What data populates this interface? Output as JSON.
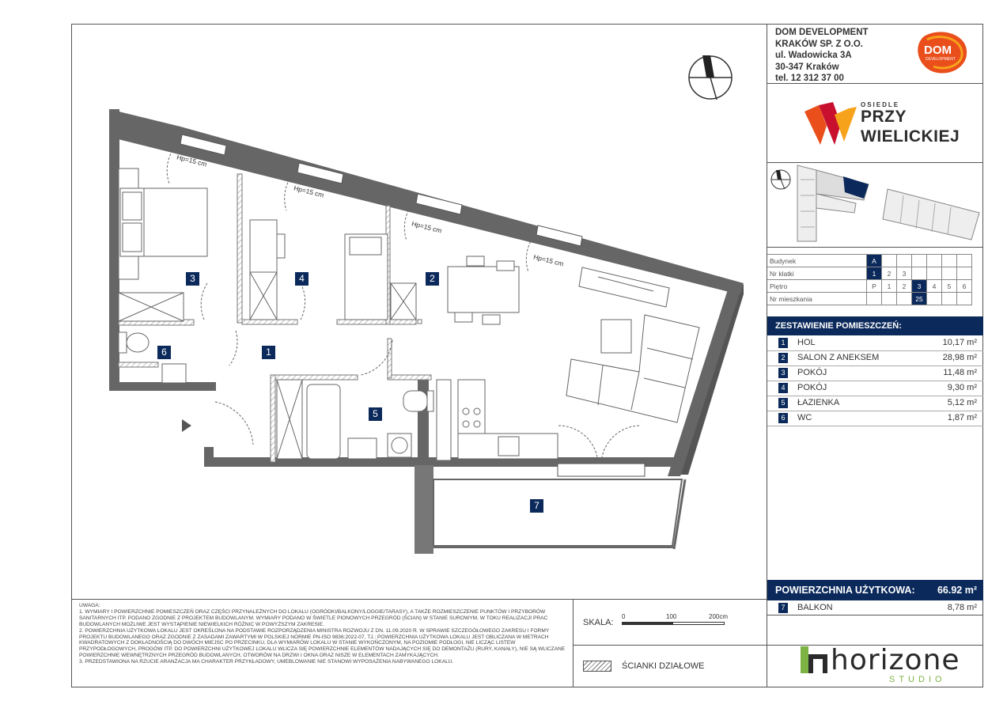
{
  "company": {
    "name": "DOM DEVELOPMENT",
    "name2": "KRAKÓW SP. Z O.O.",
    "street": "ul. Wadowicka 3A",
    "city": "30-347 Kraków",
    "phone": "tel. 12 312 37 00"
  },
  "dom_logo": {
    "text": "DOM",
    "sub": "DEVELOPMENT",
    "color": "#e94e1b"
  },
  "brand": {
    "osiedle": "OSIEDLE",
    "przy": "PRZY",
    "wielickiej": "WIELICKIEJ"
  },
  "info_table": {
    "budynek_label": "Budynek",
    "budynek": [
      "A"
    ],
    "klatka_label": "Nr klatki",
    "klatki": [
      "1",
      "2",
      "3"
    ],
    "pietro_label": "Piętro",
    "pietra": [
      "P",
      "1",
      "2",
      "3",
      "4",
      "5",
      "6"
    ],
    "mieszkanie_label": "Nr mieszkania",
    "mieszkanie": "25"
  },
  "zestawienie": {
    "title": "ZESTAWIENIE POMIESZCZEŃ:",
    "rooms": [
      {
        "num": "1",
        "name": "HOL",
        "area": "10,17 m²"
      },
      {
        "num": "2",
        "name": "SALON Z ANEKSEM",
        "area": "28,98 m²"
      },
      {
        "num": "3",
        "name": "POKÓJ",
        "area": "11,48 m²"
      },
      {
        "num": "4",
        "name": "POKÓJ",
        "area": "9,30 m²"
      },
      {
        "num": "5",
        "name": "ŁAZIENKA",
        "area": "5,12 m²"
      },
      {
        "num": "6",
        "name": "WC",
        "area": "1,87 m²"
      }
    ]
  },
  "powierzchnia": {
    "label": "POWIERZCHNIA UŻYTKOWA:",
    "value": "66.92 m²"
  },
  "balkon": {
    "num": "7",
    "name": "BALKON",
    "area": "8,78 m²"
  },
  "uwaga": {
    "title": "UWAGA:",
    "p1": "1. WYMIARY I POWIERZCHNIE POMIESZCZEŃ ORAZ CZĘŚCI PRZYNALEŻNYCH DO LOKALU (OGRÓDKI/BALKONY/LOGGIE/TARASY), A TAKŻE ROZMIESZCZENIE PUNKTÓW I PRZYBORÓW SANITARNYCH ITP. PODANO ZGODNIE Z PROJEKTEM BUDOWLANYM. WYMIARY PODANO W ŚWIETLE PIONOWYCH PRZEGRÓD (ŚCIAN) W STANIE SUROWYM. W TOKU REALIZACJI PRAC BUDOWLANYCH MOŻLIWE JEST WYSTĄPIENIE NIEWIELKICH RÓŻNIC W POWYŻSZYM ZAKRESIE.",
    "p2": "2. POWIERZCHNIA UŻYTKOWA LOKALU JEST OKREŚLONA NA PODSTAWIE ROZPORZĄDZENIA MINISTRA ROZWOJU Z DN. 11.09.2020 R. W SPRAWIE SZCZEGÓŁOWEGO ZAKRESU I FORMY PROJEKTU BUDOWLANEGO ORAZ ZGODNIE Z ZASADAMI ZAWARTYMI W POLSKIEJ NORMIE PN-ISO 9836:2022-07, TJ.: POWIERZCHNIA UŻYTKOWA LOKALU JEST OBLICZANA W METRACH KWADRATOWYCH Z DOKŁADNOŚCIĄ DO DWÓCH MIEJSC PO PRZECINKU, DLA WYMIARÓW LOKALU W STANIE WYKOŃCZONYM, NA POZIOMIE PODŁOGI, NIE LICZĄC LISTEW PRZYPODŁOGOWYCH, PROGÓW ITP. DO POWIERZCHNI UŻYTKOWEJ LOKALU WLICZA SIĘ POWIERZCHNIE ELEMENTÓW NADAJĄCYCH SIĘ DO DEMONTAŻU (RURY, KANAŁY), NIE SĄ WLICZANE POWIERZCHNIE WEWNĘTRZNYCH PRZEGRÓD BUDOWLANYCH, OTWORÓW NA DRZWI I OKNA ORAZ NISZE W ELEMENTACH ZAMYKAJĄCYCH.",
    "p3": "3. PRZEDSTAWIONA NA RZUCIE ARANŻACJA MA CHARAKTER PRZYKŁADOWY, UMEBLOWANIE NIE STANOWI WYPOSAŻENIA NABYWANEGO LOKALU."
  },
  "skala": {
    "label": "SKALA:",
    "t0": "0",
    "t1": "100",
    "t2": "200cm"
  },
  "legend": {
    "scianki": "ŚCIANKI DZIAŁOWE"
  },
  "horizone": {
    "text": "horizone",
    "studio": "STUDIO"
  },
  "plan": {
    "rooms": [
      "1",
      "2",
      "3",
      "4",
      "5",
      "6",
      "7"
    ],
    "hp": "Hp=15 cm"
  }
}
